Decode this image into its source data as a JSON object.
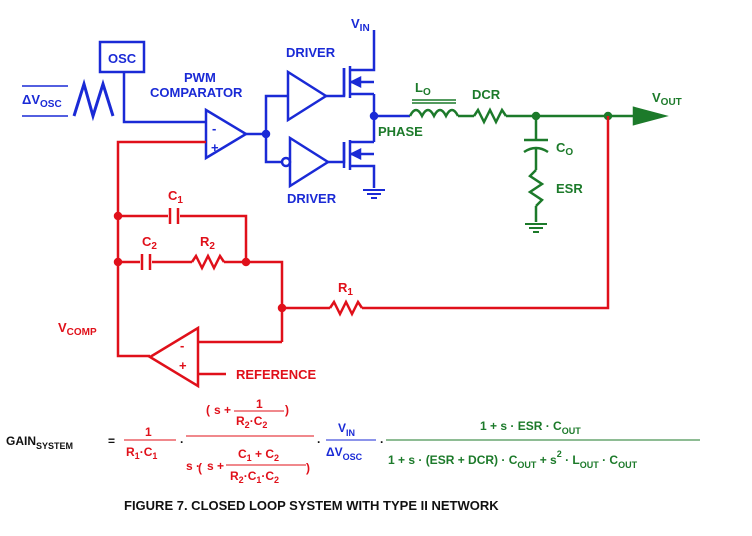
{
  "labels": {
    "vin": "V",
    "vin_sub": "IN",
    "osc": "OSC",
    "pwm_1": "PWM",
    "pwm_2": "COMPARATOR",
    "driver_top": "DRIVER",
    "driver_bottom": "DRIVER",
    "dvosc": "ΔV",
    "dvosc_sub": "OSC",
    "lo": "L",
    "lo_sub": "O",
    "dcr": "DCR",
    "vout": "V",
    "vout_sub": "OUT",
    "phase": "PHASE",
    "co": "C",
    "co_sub": "O",
    "esr": "ESR",
    "c1": "C",
    "c1_sub": "1",
    "c2": "C",
    "c2_sub": "2",
    "r2": "R",
    "r2_sub": "2",
    "r1": "R",
    "r1_sub": "1",
    "vcomp": "V",
    "vcomp_sub": "COMP",
    "reference": "REFERENCE",
    "minus": "-",
    "plus": "+"
  },
  "equation": {
    "lhs": "GAIN",
    "lhs_sub": "SYSTEM",
    "equals": "=",
    "t1_num": "1",
    "t1_den_a": "R",
    "t1_den_a_sub": "1",
    "t1_den_dot": "·",
    "t1_den_b": "C",
    "t1_den_b_sub": "1",
    "t2_num_a": "s + ",
    "t2_num_frac_num": "1",
    "t2_num_frac_den_a": "R",
    "t2_num_frac_den_a_sub": "2",
    "t2_num_frac_den_dot": "·",
    "t2_num_frac_den_b": "C",
    "t2_num_frac_den_b_sub": "2",
    "t2_den_a": "s · ",
    "t2_den_b": "s + ",
    "t2_den_frac_num_a": "C",
    "t2_den_frac_num_a_sub": "1",
    "t2_den_frac_num_plus": " + ",
    "t2_den_frac_num_b": "C",
    "t2_den_frac_num_b_sub": "2",
    "t2_den_frac_den_a": "R",
    "t2_den_frac_den_a_sub": "2",
    "t2_den_frac_den_dot1": "·",
    "t2_den_frac_den_b": "C",
    "t2_den_frac_den_b_sub": "1",
    "t2_den_frac_den_dot2": "·",
    "t2_den_frac_den_c": "C",
    "t2_den_frac_den_c_sub": "2",
    "t3_num": "V",
    "t3_num_sub": "IN",
    "t3_den": "ΔV",
    "t3_den_sub": "OSC",
    "t4_num_a": "1 + s · ESR · C",
    "t4_num_a_sub": "OUT",
    "t4_den_a": "1 + s · (ESR + DCR) · C",
    "t4_den_a_sub": "OUT",
    "t4_den_b": " + s",
    "t4_den_b_sup": "2",
    "t4_den_c": " · L",
    "t4_den_c_sub": "OUT",
    "t4_den_d": " · C",
    "t4_den_d_sub": "OUT",
    "dot": "·"
  },
  "caption": "FIGURE 7.  CLOSED LOOP SYSTEM WITH TYPE II NETWORK",
  "colors": {
    "blue": "#1a2ad6",
    "red": "#e0101a",
    "green": "#1c7a2a",
    "black": "#111111"
  }
}
